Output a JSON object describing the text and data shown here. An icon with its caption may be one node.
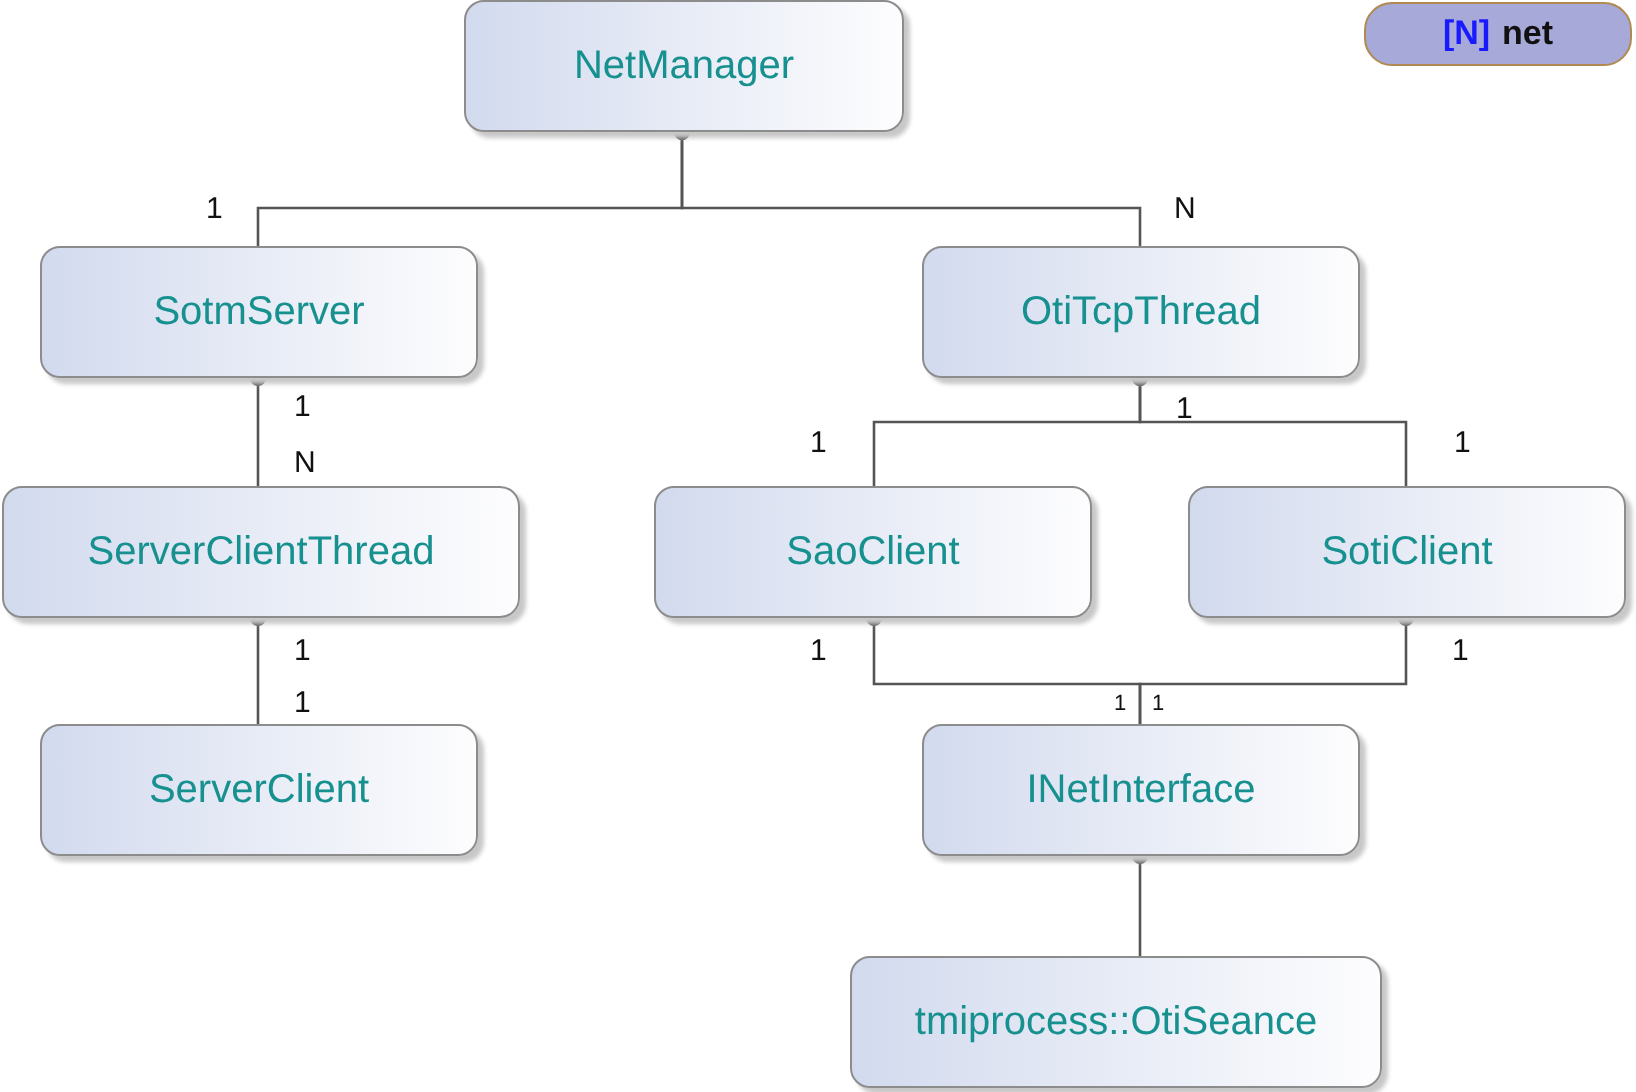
{
  "diagram": {
    "nodes": [
      {
        "text": [
          "NetManager"
        ]
      },
      {
        "text": [
          "SotmServer"
        ]
      },
      {
        "text": [
          "OtiTcpThread"
        ]
      },
      {
        "text": [
          "ServerClientThread"
        ]
      },
      {
        "text": [
          "SaoClient"
        ]
      },
      {
        "text": [
          "SotiClient"
        ]
      },
      {
        "text": [
          "ServerClient"
        ]
      },
      {
        "text": [
          "INetInterface"
        ]
      },
      {
        "text": [
          "tmiprocess::OtiSeance"
        ]
      },
      {
        "text": [
          "[N]",
          "net"
        ]
      }
    ],
    "edges": [
      {
        "from": 0,
        "to": 1,
        "arrow": "other"
      },
      {
        "from": 0,
        "to": 2,
        "arrow": "other"
      },
      {
        "from": 1,
        "to": 3,
        "arrow": "other"
      },
      {
        "from": 3,
        "to": 6,
        "arrow": "other"
      },
      {
        "from": 2,
        "to": 4,
        "arrow": "other"
      },
      {
        "from": 2,
        "to": 5,
        "arrow": "other"
      },
      {
        "from": 4,
        "to": 7,
        "arrow": "other"
      },
      {
        "from": 5,
        "to": 7,
        "arrow": "other"
      },
      {
        "from": 7,
        "to": 8,
        "arrow": "other"
      }
    ],
    "labels": [
      "1",
      "N",
      "1",
      "1",
      "1",
      "1",
      "N",
      "1",
      "1",
      "1",
      "1",
      "1",
      "1"
    ]
  }
}
